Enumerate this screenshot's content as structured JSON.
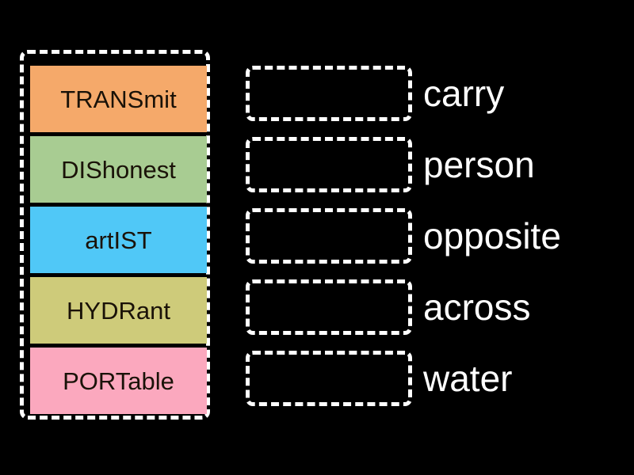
{
  "activity": {
    "type": "match-up-drag-and-drop",
    "background_color": "#000000"
  },
  "tile_bank": {
    "border_color": "#ffffff",
    "tiles": [
      {
        "label": "TRANSmit",
        "color": "#F5A96A",
        "text_color": "#1a1208"
      },
      {
        "label": "DIShonest",
        "color": "#A8CC92",
        "text_color": "#1a1208"
      },
      {
        "label": "artIST",
        "color": "#50C8F7",
        "text_color": "#1a1208"
      },
      {
        "label": "HYDRant",
        "color": "#CECB7A",
        "text_color": "#1a1208"
      },
      {
        "label": "PORTable",
        "color": "#FBA8BE",
        "text_color": "#1a1208"
      }
    ]
  },
  "dropzones": [
    {
      "value": "",
      "placeholder": ""
    },
    {
      "value": "",
      "placeholder": ""
    },
    {
      "value": "",
      "placeholder": ""
    },
    {
      "value": "",
      "placeholder": ""
    },
    {
      "value": "",
      "placeholder": ""
    }
  ],
  "definitions": [
    {
      "label": "carry"
    },
    {
      "label": "person"
    },
    {
      "label": "opposite"
    },
    {
      "label": "across"
    },
    {
      "label": "water"
    }
  ]
}
